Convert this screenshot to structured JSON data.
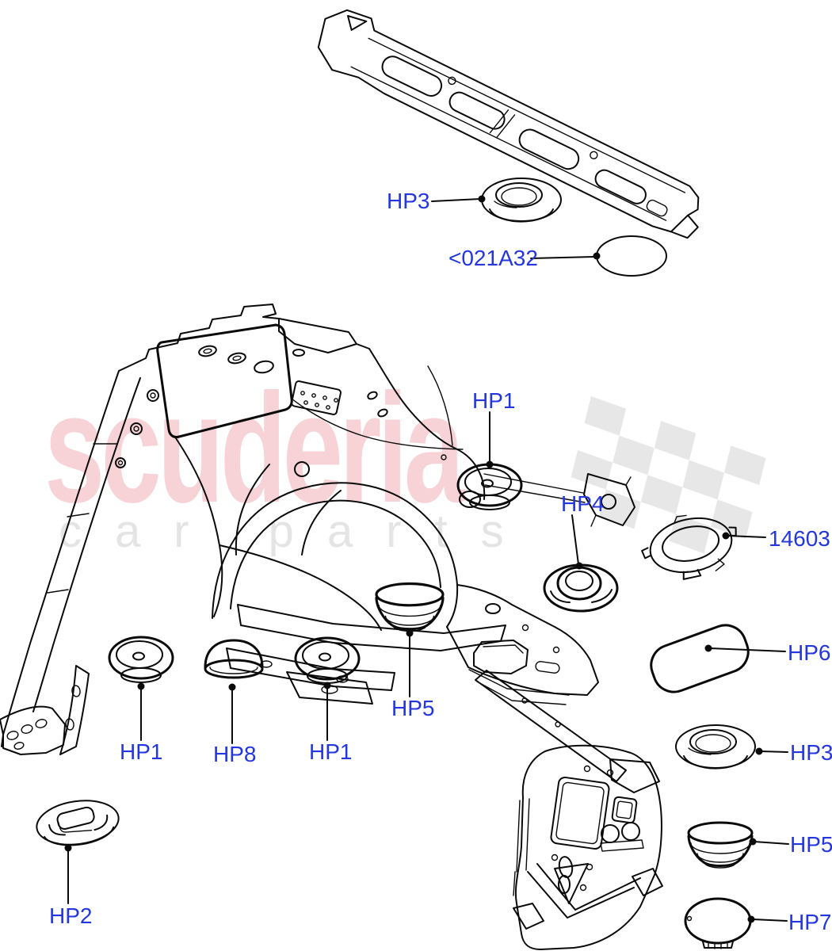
{
  "diagram": {
    "label_color": "#2436df",
    "line_color": "#0a0a0a",
    "page_background": "#ffffff",
    "watermark": {
      "brand": "scuderia",
      "subtext": "car parts",
      "brand_color": "#f7d3d8",
      "subtext_color": "#e4e4e4",
      "flag_color": "#e7e7e7"
    },
    "callouts": [
      {
        "id": "hp3-top",
        "label": "HP3"
      },
      {
        "id": "code-021a32",
        "label": "<021A32"
      },
      {
        "id": "hp1-upper",
        "label": "HP1"
      },
      {
        "id": "hp4",
        "label": "HP4"
      },
      {
        "id": "part-14603",
        "label": "14603"
      },
      {
        "id": "hp6",
        "label": "HP6"
      },
      {
        "id": "hp3-right",
        "label": "HP3"
      },
      {
        "id": "hp5-right",
        "label": "HP5"
      },
      {
        "id": "hp7",
        "label": "HP7"
      },
      {
        "id": "hp1-left",
        "label": "HP1"
      },
      {
        "id": "hp8",
        "label": "HP8"
      },
      {
        "id": "hp1-middle",
        "label": "HP1"
      },
      {
        "id": "hp5-middle",
        "label": "HP5"
      },
      {
        "id": "hp2",
        "label": "HP2"
      }
    ]
  }
}
